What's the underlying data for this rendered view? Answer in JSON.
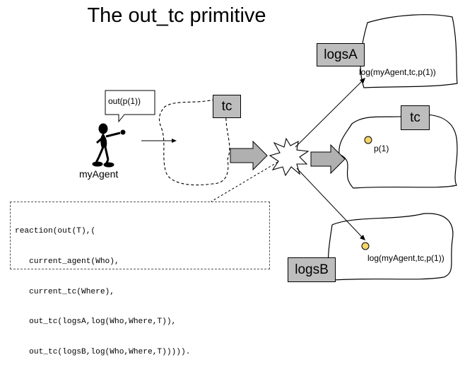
{
  "title": "The out_tc primitive",
  "agent": {
    "speech": "out(p(1))",
    "name": "myAgent"
  },
  "centres": {
    "source_tc": "tc",
    "logsA": "logsA",
    "target_tc": "tc",
    "logsB": "logsB"
  },
  "tuples": {
    "logsA_tuple": "log(myAgent,tc,p(1))",
    "target_tuple": "p(1)",
    "logsB_tuple": "log(myAgent,tc,p(1))"
  },
  "reaction_code": [
    "reaction(out(T),(",
    "   current_agent(Who),",
    "   current_tc(Where),",
    "   out_tc(logsA,log(Who,Where,T)),",
    "   out_tc(logsB,log(Who,Where,T)))))."
  ],
  "colors": {
    "box_fill": "#bdbdbd",
    "tuple_dot": "#f5d56a",
    "arrow_fill": "#b0b0b0"
  }
}
